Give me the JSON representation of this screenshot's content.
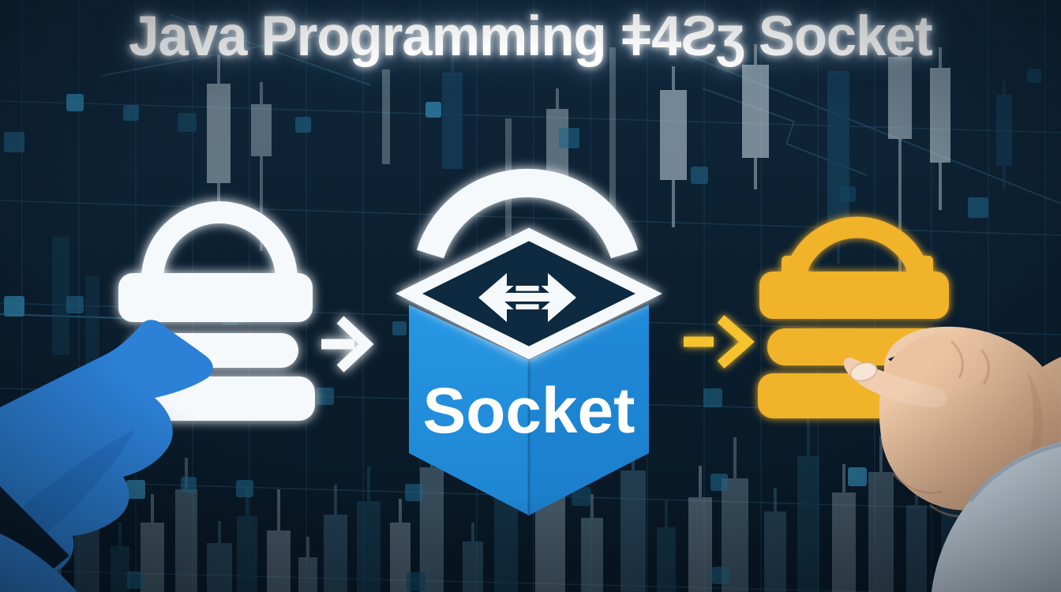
{
  "title": {
    "text": "Java Programming ǂ4Ƨʒ Socket"
  },
  "center_box": {
    "label": "Socket"
  },
  "scene": {
    "left_icon": "white-data-stack-icon",
    "left_flow_arrow": "white-right-arrow-icon",
    "center_icon": "socket-exchange-box-icon",
    "exchange_icon": "double-headed-arrow-icon",
    "right_flow_arrow": "yellow-right-arrow-icon",
    "right_icon": "yellow-data-stack-icon",
    "left_hand": "blue-gloved-hand",
    "right_hand": "human-hand-with-cuff",
    "background": "candlestick-stock-chart-pattern"
  },
  "colors": {
    "background_top": "#10273a",
    "background_bottom": "#081622",
    "white": "#f6f9fb",
    "box_blue_left": "#2697e4",
    "box_blue_right": "#1b80cf",
    "diamond_interior": "#0c2940",
    "accent_yellow": "#f1b32b",
    "arrow_yellow": "#f6c22d",
    "glove_blue": "#2c81d7",
    "glove_shade": "#2066b8",
    "skin_light": "#eecdb0",
    "skin_shadow": "#d59f7a",
    "shirt_cuff": "#dce8f2",
    "grid_teal": "#2a7495",
    "candle_light": "#b9cad4",
    "candle_dark": "#16405a"
  }
}
